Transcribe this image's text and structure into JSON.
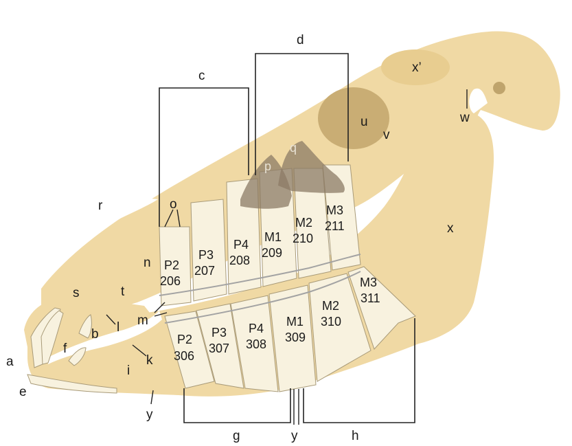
{
  "figure_labels": {
    "a": "a",
    "b": "b",
    "c": "c",
    "d": "d",
    "e": "e",
    "f": "f",
    "g": "g",
    "h": "h",
    "i": "i",
    "k": "k",
    "l": "l",
    "m": "m",
    "n": "n",
    "o": "o",
    "p": "p",
    "q": "q",
    "r": "r",
    "s": "s",
    "t": "t",
    "u": "u",
    "v": "v",
    "w": "w",
    "x": "x",
    "x_prime": "x’",
    "y_left": "y",
    "y_bottom": "y"
  },
  "upper_teeth": [
    {
      "name": "P2",
      "number": "206"
    },
    {
      "name": "P3",
      "number": "207"
    },
    {
      "name": "P4",
      "number": "208"
    },
    {
      "name": "M1",
      "number": "209"
    },
    {
      "name": "M2",
      "number": "210"
    },
    {
      "name": "M3",
      "number": "211"
    }
  ],
  "lower_teeth": [
    {
      "name": "P2",
      "number": "306"
    },
    {
      "name": "P3",
      "number": "307"
    },
    {
      "name": "P4",
      "number": "308"
    },
    {
      "name": "M1",
      "number": "309"
    },
    {
      "name": "M2",
      "number": "310"
    },
    {
      "name": "M3",
      "number": "311"
    }
  ],
  "colors": {
    "bone": "#f0d9a4",
    "sinus": "#c9ad74",
    "tooth": "#f8f2df",
    "roots_shade": "#8c7b66",
    "line": "#222222"
  }
}
